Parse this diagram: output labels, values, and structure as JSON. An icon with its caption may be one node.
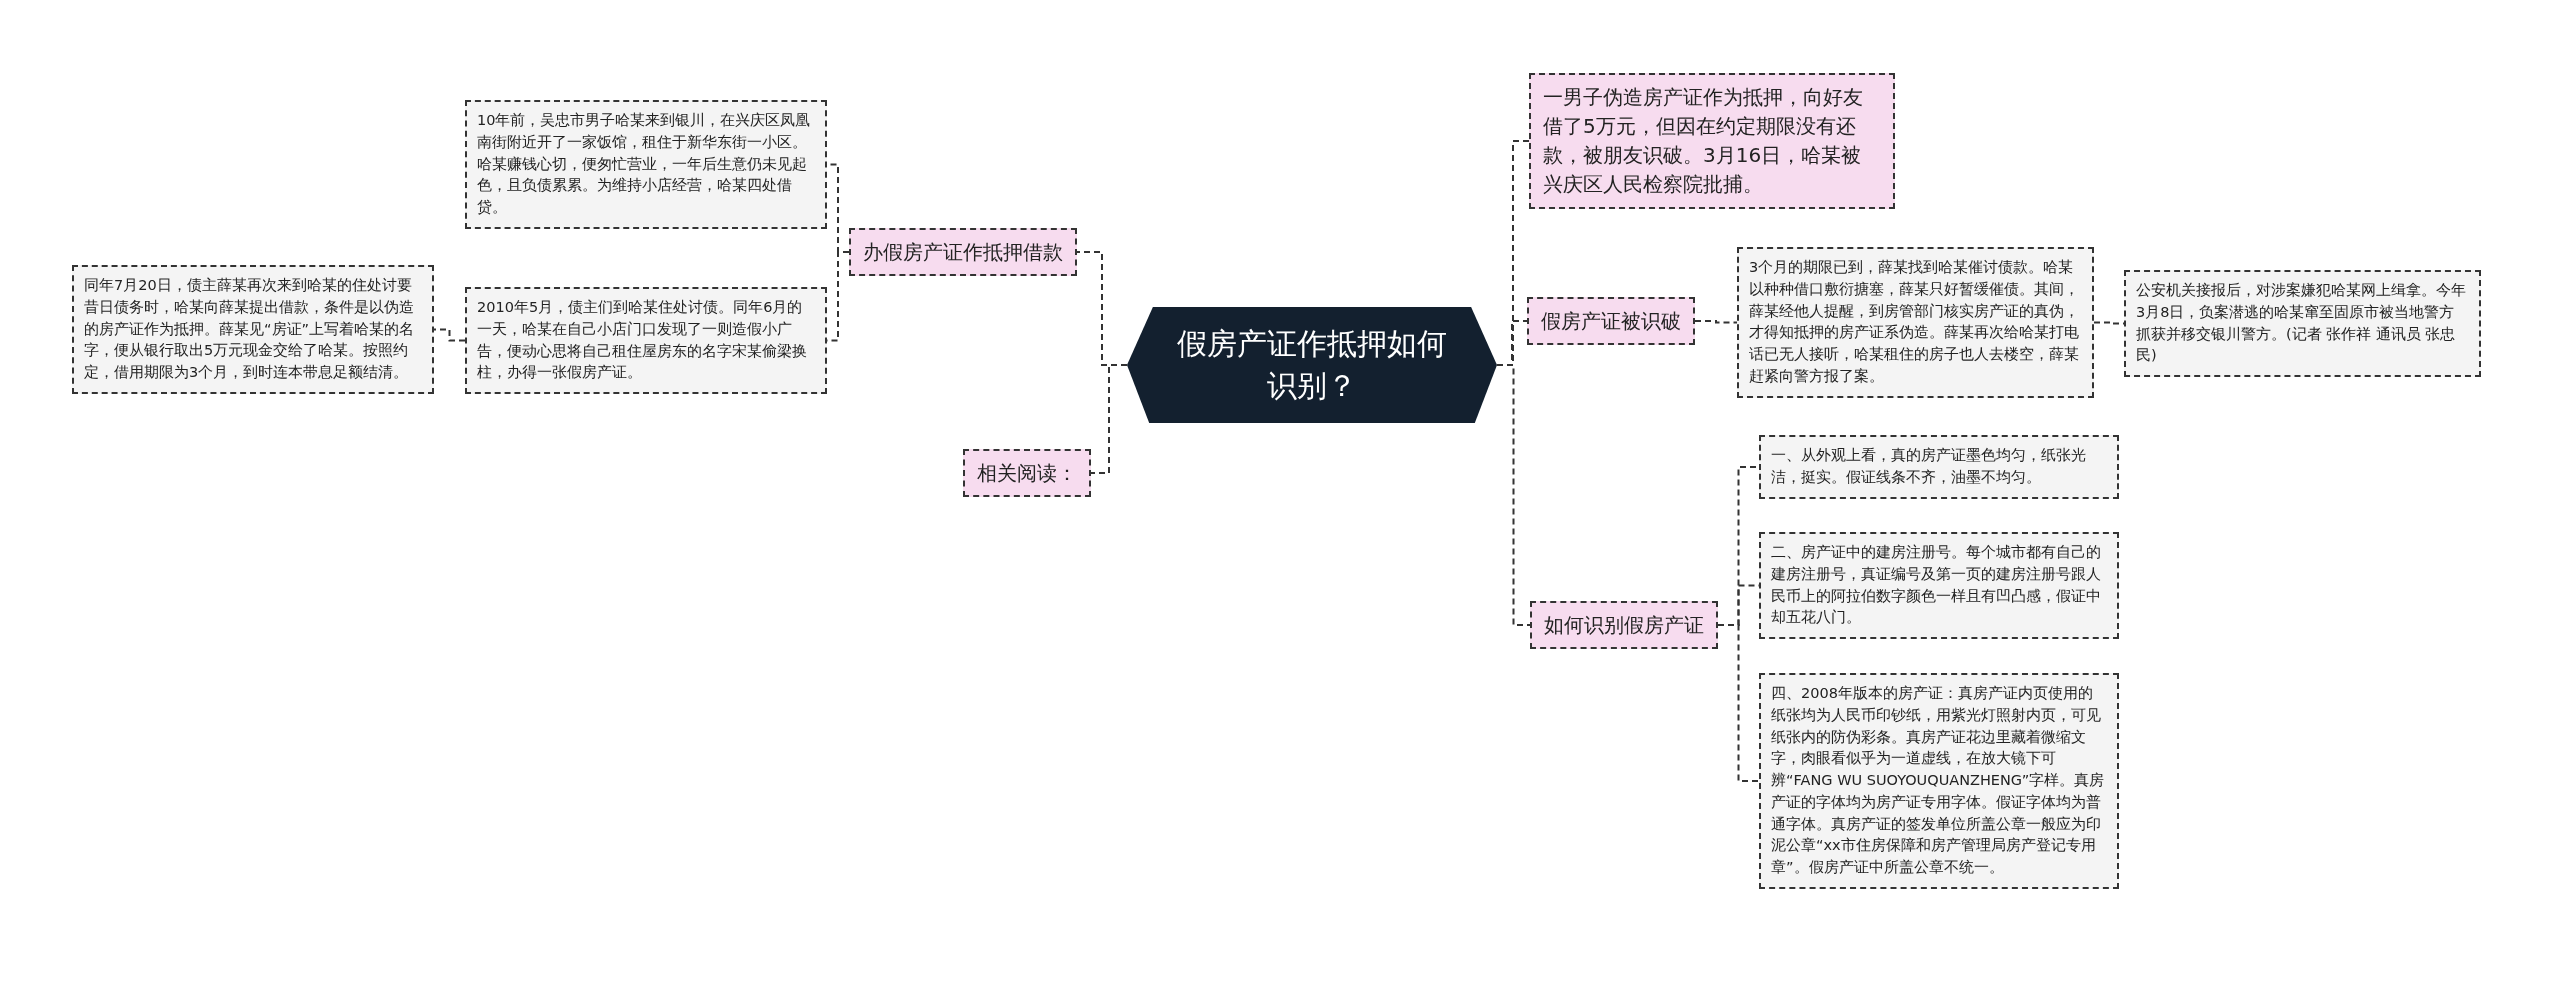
{
  "diagram": {
    "nodes": [
      {
        "text": [
          "假房产证作抵押如何识别？"
        ]
      },
      {
        "text": [
          "办假房产证作抵押借款"
        ]
      },
      {
        "text": [
          "10年前，吴忠市男子哈某来到银川，在兴庆区凤凰南街附近开了一家饭馆，租住于新华东街一小区。哈某赚钱心切，便匆忙营业，一年后生意仍未见起色，且负债累累。为维持小店经营，哈某四处借贷。"
        ]
      },
      {
        "text": [
          "2010年5月，债主们到哈某住处讨债。同年6月的一天，哈某在自己小店门口发现了一则造假小广告，便动心思将自己租住屋房东的名字宋某偷梁换柱，办得一张假房产证。"
        ]
      },
      {
        "text": [
          "同年7月20日，债主薛某再次来到哈某的住处讨要昔日债务时，哈某向薛某提出借款，条件是以伪造的房产证作为抵押。薛某见“房证”上写着哈某的名字，便从银行取出5万元现金交给了哈某。按照约定，借用期限为3个月，到时连本带息足额结清。"
        ]
      },
      {
        "text": [
          "相关阅读："
        ]
      },
      {
        "text": [
          "一男子伪造房产证作为抵押，向好友借了5万元，但因在约定期限没有还款，被朋友识破。3月16日，哈某被兴庆区人民检察院批捕。"
        ]
      },
      {
        "text": [
          "假房产证被识破"
        ]
      },
      {
        "text": [
          "3个月的期限已到，薛某找到哈某催讨债款。哈某以种种借口敷衍搪塞，薛某只好暂缓催债。其间，薛某经他人提醒，到房管部门核实房产证的真伪，才得知抵押的房产证系伪造。薛某再次给哈某打电话已无人接听，哈某租住的房子也人去楼空，薛某赶紧向警方报了案。"
        ]
      },
      {
        "text": [
          "公安机关接报后，对涉案嫌犯哈某网上缉拿。今年3月8日，负案潜逃的哈某窜至固原市被当地警方抓获并移交银川警方。(记者 张作祥 通讯员 张忠民)"
        ]
      },
      {
        "text": [
          "如何识别假房产证"
        ]
      },
      {
        "text": [
          "一、从外观上看，真的房产证墨色均匀，纸张光洁，挺实。假证线条不齐，油墨不均匀。"
        ]
      },
      {
        "text": [
          "二、房产证中的建房注册号。每个城市都有自己的建房注册号，真证编号及第一页的建房注册号跟人民币上的阿拉伯数字颜色一样且有凹凸感，假证中却五花八门。"
        ]
      },
      {
        "text": [
          "四、2008年版本的房产证：真房产证内页使用的纸张均为人民币印钞纸，用紫光灯照射内页，可见纸张内的防伪彩条。真房产证花边里藏着微缩文字，肉眼看似乎为一道虚线，在放大镜下可辨“FANG WU SUOYOUQUANZHENG”字样。真房产证的字体均为房产证专用字体。假证字体均为普通字体。真房产证的签发单位所盖公章一般应为印泥公章“xx市住房保障和房产管理局房产登记专用章”。假房产证中所盖公章不统一。"
        ]
      }
    ],
    "edges": [
      {
        "from": 0,
        "to": 1,
        "arrow": "none"
      },
      {
        "from": 1,
        "to": 2,
        "arrow": "none"
      },
      {
        "from": 1,
        "to": 3,
        "arrow": "none"
      },
      {
        "from": 3,
        "to": 4,
        "arrow": "none"
      },
      {
        "from": 0,
        "to": 5,
        "arrow": "none"
      },
      {
        "from": 0,
        "to": 6,
        "arrow": "none"
      },
      {
        "from": 0,
        "to": 7,
        "arrow": "none"
      },
      {
        "from": 7,
        "to": 8,
        "arrow": "none"
      },
      {
        "from": 8,
        "to": 9,
        "arrow": "none"
      },
      {
        "from": 0,
        "to": 10,
        "arrow": "none"
      },
      {
        "from": 10,
        "to": 11,
        "arrow": "none"
      },
      {
        "from": 10,
        "to": 12,
        "arrow": "none"
      },
      {
        "from": 10,
        "to": 13,
        "arrow": "none"
      }
    ]
  }
}
